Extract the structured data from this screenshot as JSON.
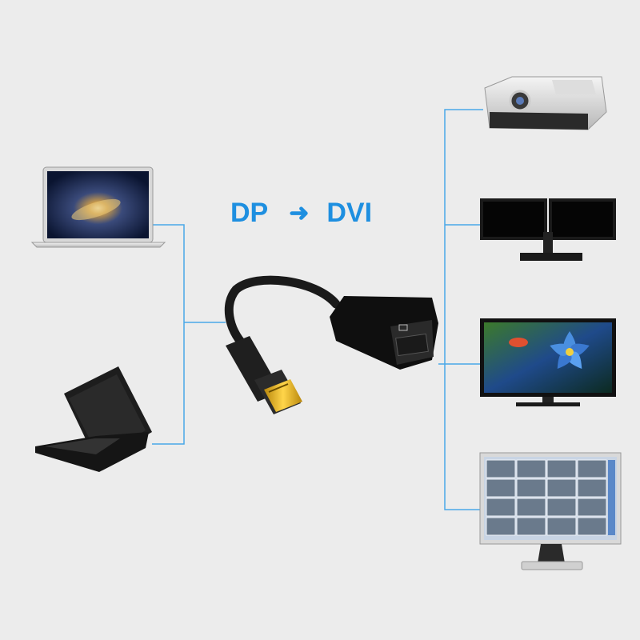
{
  "title": {
    "source": "DP",
    "arrow": "➜",
    "target": "DVI"
  },
  "colors": {
    "accent": "#1e8fe0",
    "connector_line": "#4aa8e8",
    "background": "#ececec"
  },
  "sources": [
    {
      "name": "laptop",
      "icon": "laptop-icon"
    },
    {
      "name": "tablet-laptop",
      "icon": "convertible-laptop-icon"
    }
  ],
  "adapter": {
    "icon": "dp-to-dvi-adapter-icon"
  },
  "targets": [
    {
      "name": "projector",
      "icon": "projector-icon"
    },
    {
      "name": "dual-monitor",
      "icon": "dual-monitor-icon"
    },
    {
      "name": "tv",
      "icon": "tv-icon"
    },
    {
      "name": "surveillance-monitor",
      "icon": "monitor-icon"
    }
  ]
}
